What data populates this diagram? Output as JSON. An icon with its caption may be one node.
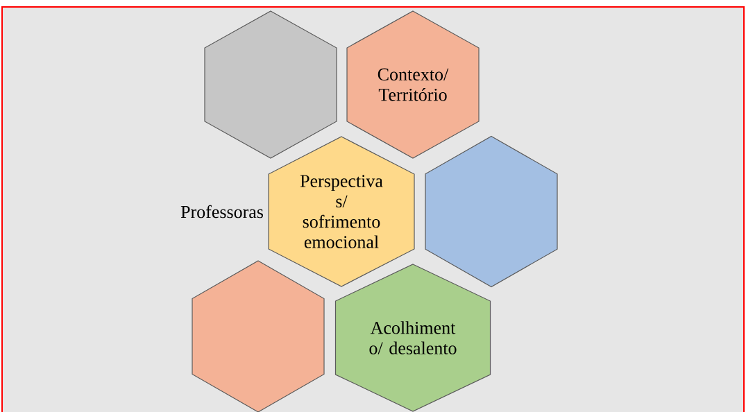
{
  "diagram": {
    "nodes": [
      {
        "text": [],
        "shape": "hexagon"
      },
      {
        "text": [
          "Contexto/ Território"
        ]
      },
      {
        "text": [
          "Perspectiva s/ sofrimento emocional"
        ]
      },
      {
        "text": [],
        "shape": "hexagon"
      },
      {
        "text": [],
        "shape": "hexagon"
      },
      {
        "text": [
          "Acolhiment o/ desalento"
        ]
      }
    ],
    "labels": [
      "Professoras"
    ]
  }
}
